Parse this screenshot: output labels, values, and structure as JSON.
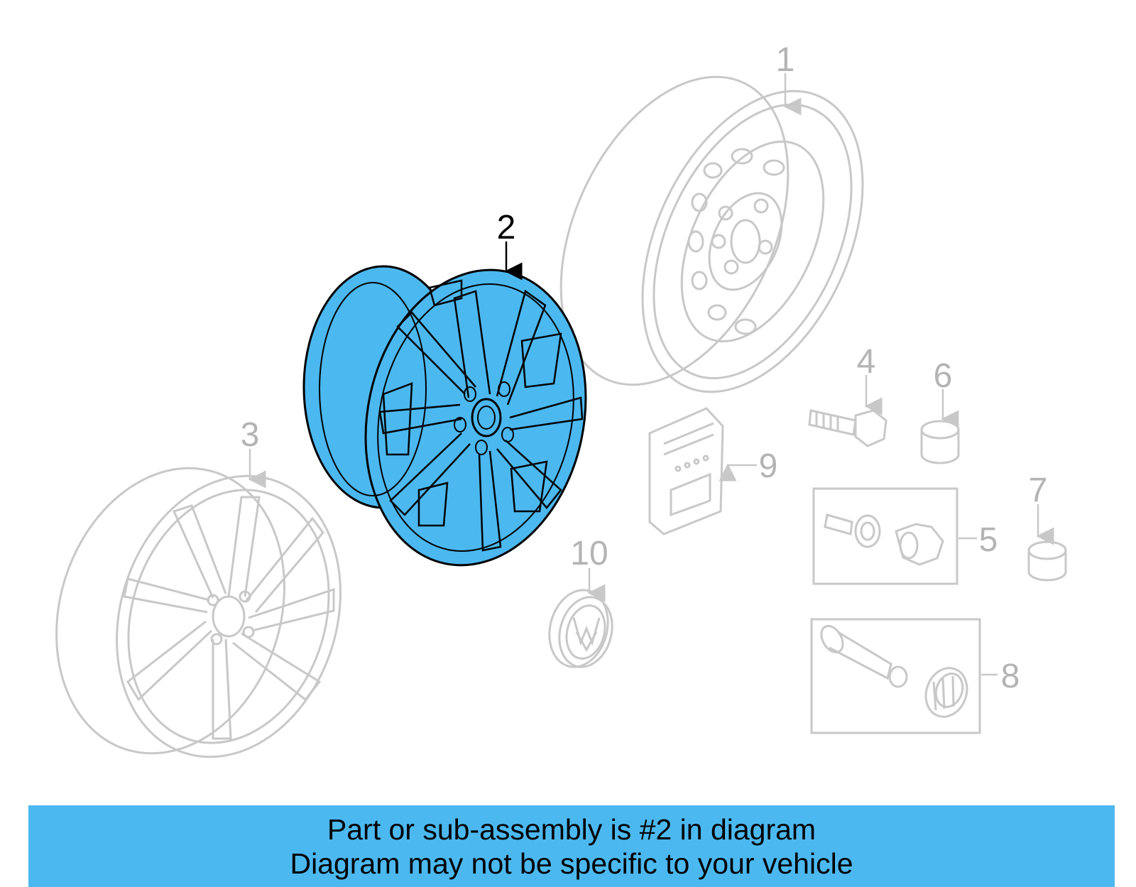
{
  "colors": {
    "highlight_fill": "#4cb8f0",
    "highlight_stroke": "#000000",
    "ghost_stroke": "#c8c8c8",
    "label_ghost": "#b4b4b4",
    "banner_bg": "#4cb8f0"
  },
  "callouts": {
    "c1": "1",
    "c2": "2",
    "c3": "3",
    "c4": "4",
    "c5": "5",
    "c6": "6",
    "c7": "7",
    "c8": "8",
    "c9": "9",
    "c10": "10"
  },
  "icons": {
    "steel_wheel": "steel-wheel-icon",
    "alloy_wheel": "alloy-wheel-icon",
    "center_cap": "vw-center-cap-icon"
  },
  "banner": {
    "line1": "Part or sub-assembly is #2 in diagram",
    "line2": "Diagram may not be specific to your vehicle"
  }
}
